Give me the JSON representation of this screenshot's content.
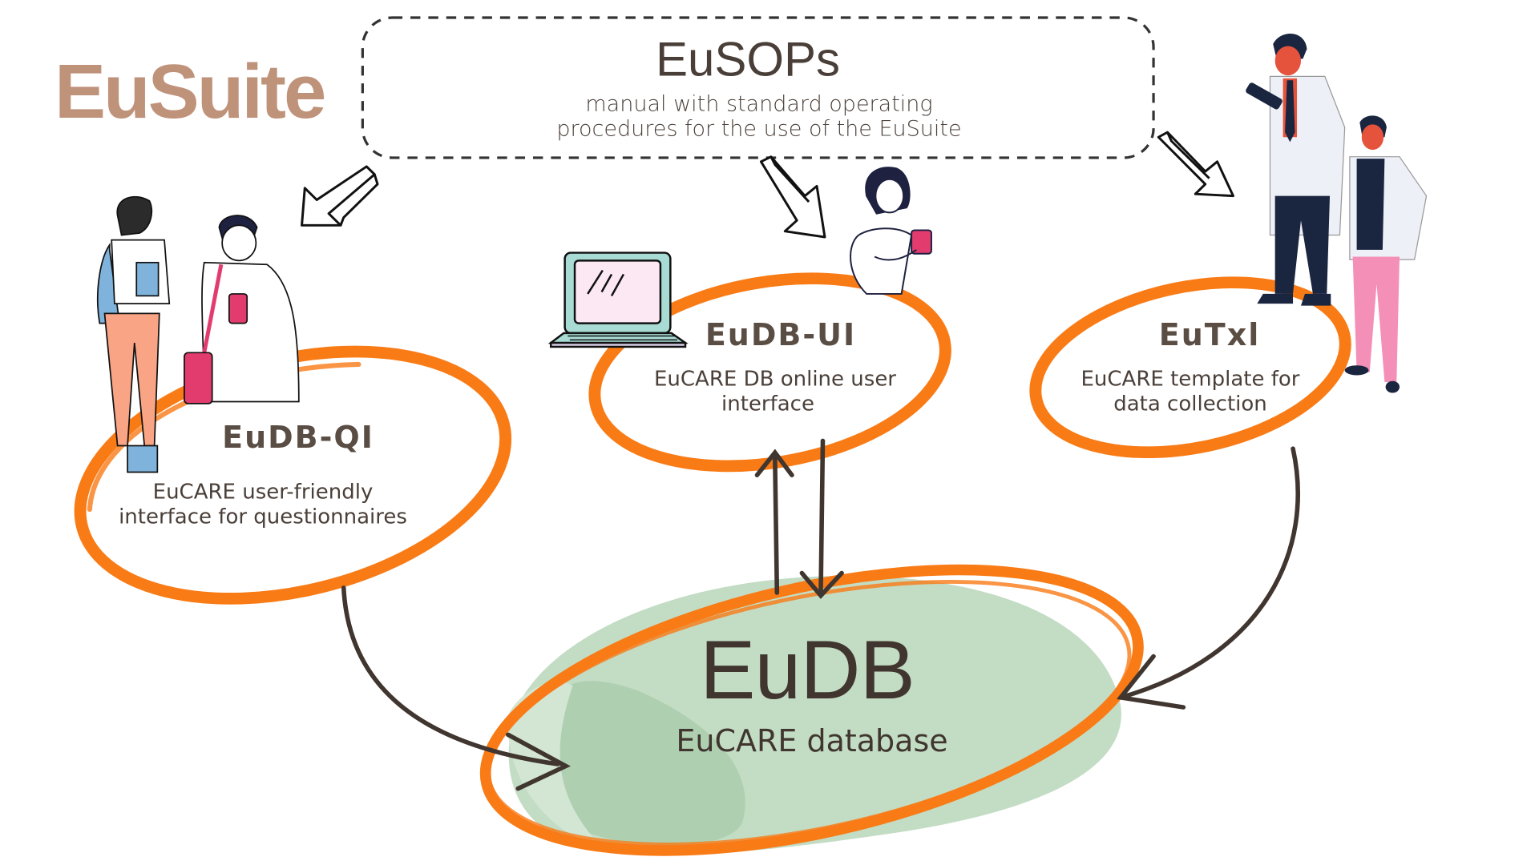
{
  "logo": {
    "text": "EuSuite",
    "color": "#bf927a"
  },
  "sops": {
    "title": "EuSOPs",
    "subtitle_line1": "manual with standard operating",
    "subtitle_line2": "procedures for the use of the EuSuite"
  },
  "nodes": [
    {
      "id": "eudb-qi",
      "title": "EuDB-QI",
      "desc_line1": "EuCARE user-friendly",
      "desc_line2": "interface for questionnaires"
    },
    {
      "id": "eudb-ui",
      "title": "EuDB-UI",
      "desc_line1": "EuCARE DB online user",
      "desc_line2": "interface"
    },
    {
      "id": "eutxl",
      "title": "EuTxl",
      "desc_line1": "EuCARE template for",
      "desc_line2": "data collection"
    }
  ],
  "database": {
    "title": "EuDB",
    "subtitle": "EuCARE database"
  },
  "icons": [
    "students-illustration",
    "laptop-illustration",
    "woman-phone-illustration",
    "doctors-illustration",
    "3d-arrow-icon"
  ],
  "colors": {
    "ring": "#f97b16",
    "blob": "#c3dcc4",
    "blob_dark": "#aecfb0",
    "text": "#4a3f38",
    "connector": "#40362f"
  }
}
